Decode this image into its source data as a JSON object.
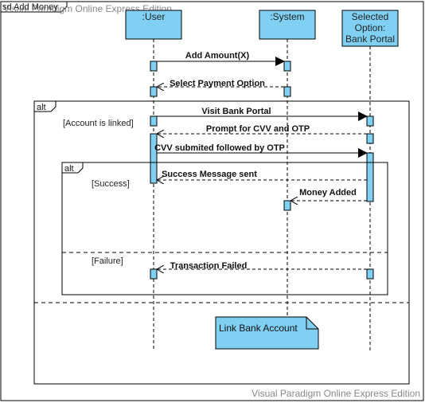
{
  "frame": {
    "label": "sd Add Money"
  },
  "watermark": {
    "top": "Visual Paradigm Online Express Edition",
    "bottom": "Visual Paradigm Online Express Edition"
  },
  "lifelines": {
    "user": ":User",
    "system": ":System",
    "bank": [
      "Selected",
      "Option:",
      "Bank Portal"
    ]
  },
  "messages": {
    "add_amount": "Add Amount(X)",
    "select_payment": "Select Payment Option",
    "visit_bank": "Visit Bank Portal",
    "prompt_cvv": "Prompt for CVV and  OTP",
    "cvv_submitted": "CVV submited followed by OTP",
    "success_msg": "Success Message sent",
    "money_added": "Money Added",
    "txn_failed": "Transaction Failed"
  },
  "fragments": {
    "outer": {
      "operator": "alt",
      "guard": "[Account is linked]"
    },
    "inner": {
      "operator": "alt",
      "guard1": "[Success]",
      "guard2": "[Failure]"
    }
  },
  "note": {
    "text": "Link Bank Account"
  },
  "colors": {
    "lifeline_fill": "#7fd0f2",
    "line": "#000000"
  }
}
